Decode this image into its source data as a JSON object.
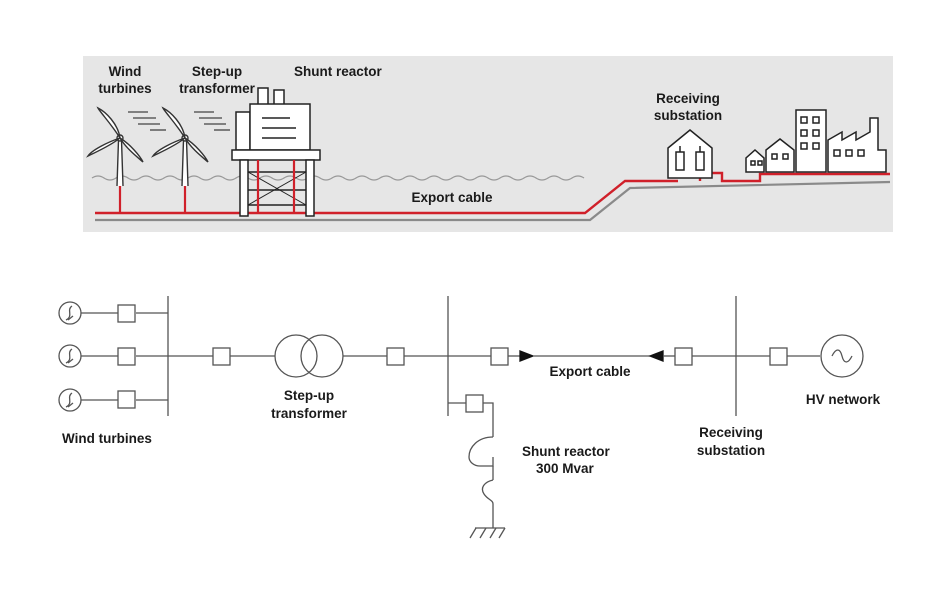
{
  "illustration": {
    "labels": {
      "wind_turbines": [
        "Wind",
        "turbines"
      ],
      "step_up_transformer": [
        "Step-up",
        "transformer"
      ],
      "shunt_reactor": "Shunt reactor",
      "receiving_substation": [
        "Receiving",
        "substation"
      ],
      "export_cable": "Export cable"
    },
    "colors": {
      "panel": "#e6e6e6",
      "cable": "#d0202a",
      "ground_line": "#888888",
      "line": "#333333"
    }
  },
  "single_line_diagram": {
    "labels": {
      "wind_turbines": "Wind turbines",
      "step_up_transformer": [
        "Step-up",
        "transformer"
      ],
      "export_cable": "Export cable",
      "shunt_reactor": [
        "Shunt reactor",
        "300 Mvar"
      ],
      "receiving_substation": [
        "Receiving",
        "substation"
      ],
      "hv_network": "HV network"
    },
    "icons": [
      "generator-icon",
      "breaker-icon",
      "transformer-icon",
      "reactor-icon",
      "ground-icon",
      "ac-source-icon",
      "arrow-icon"
    ]
  }
}
